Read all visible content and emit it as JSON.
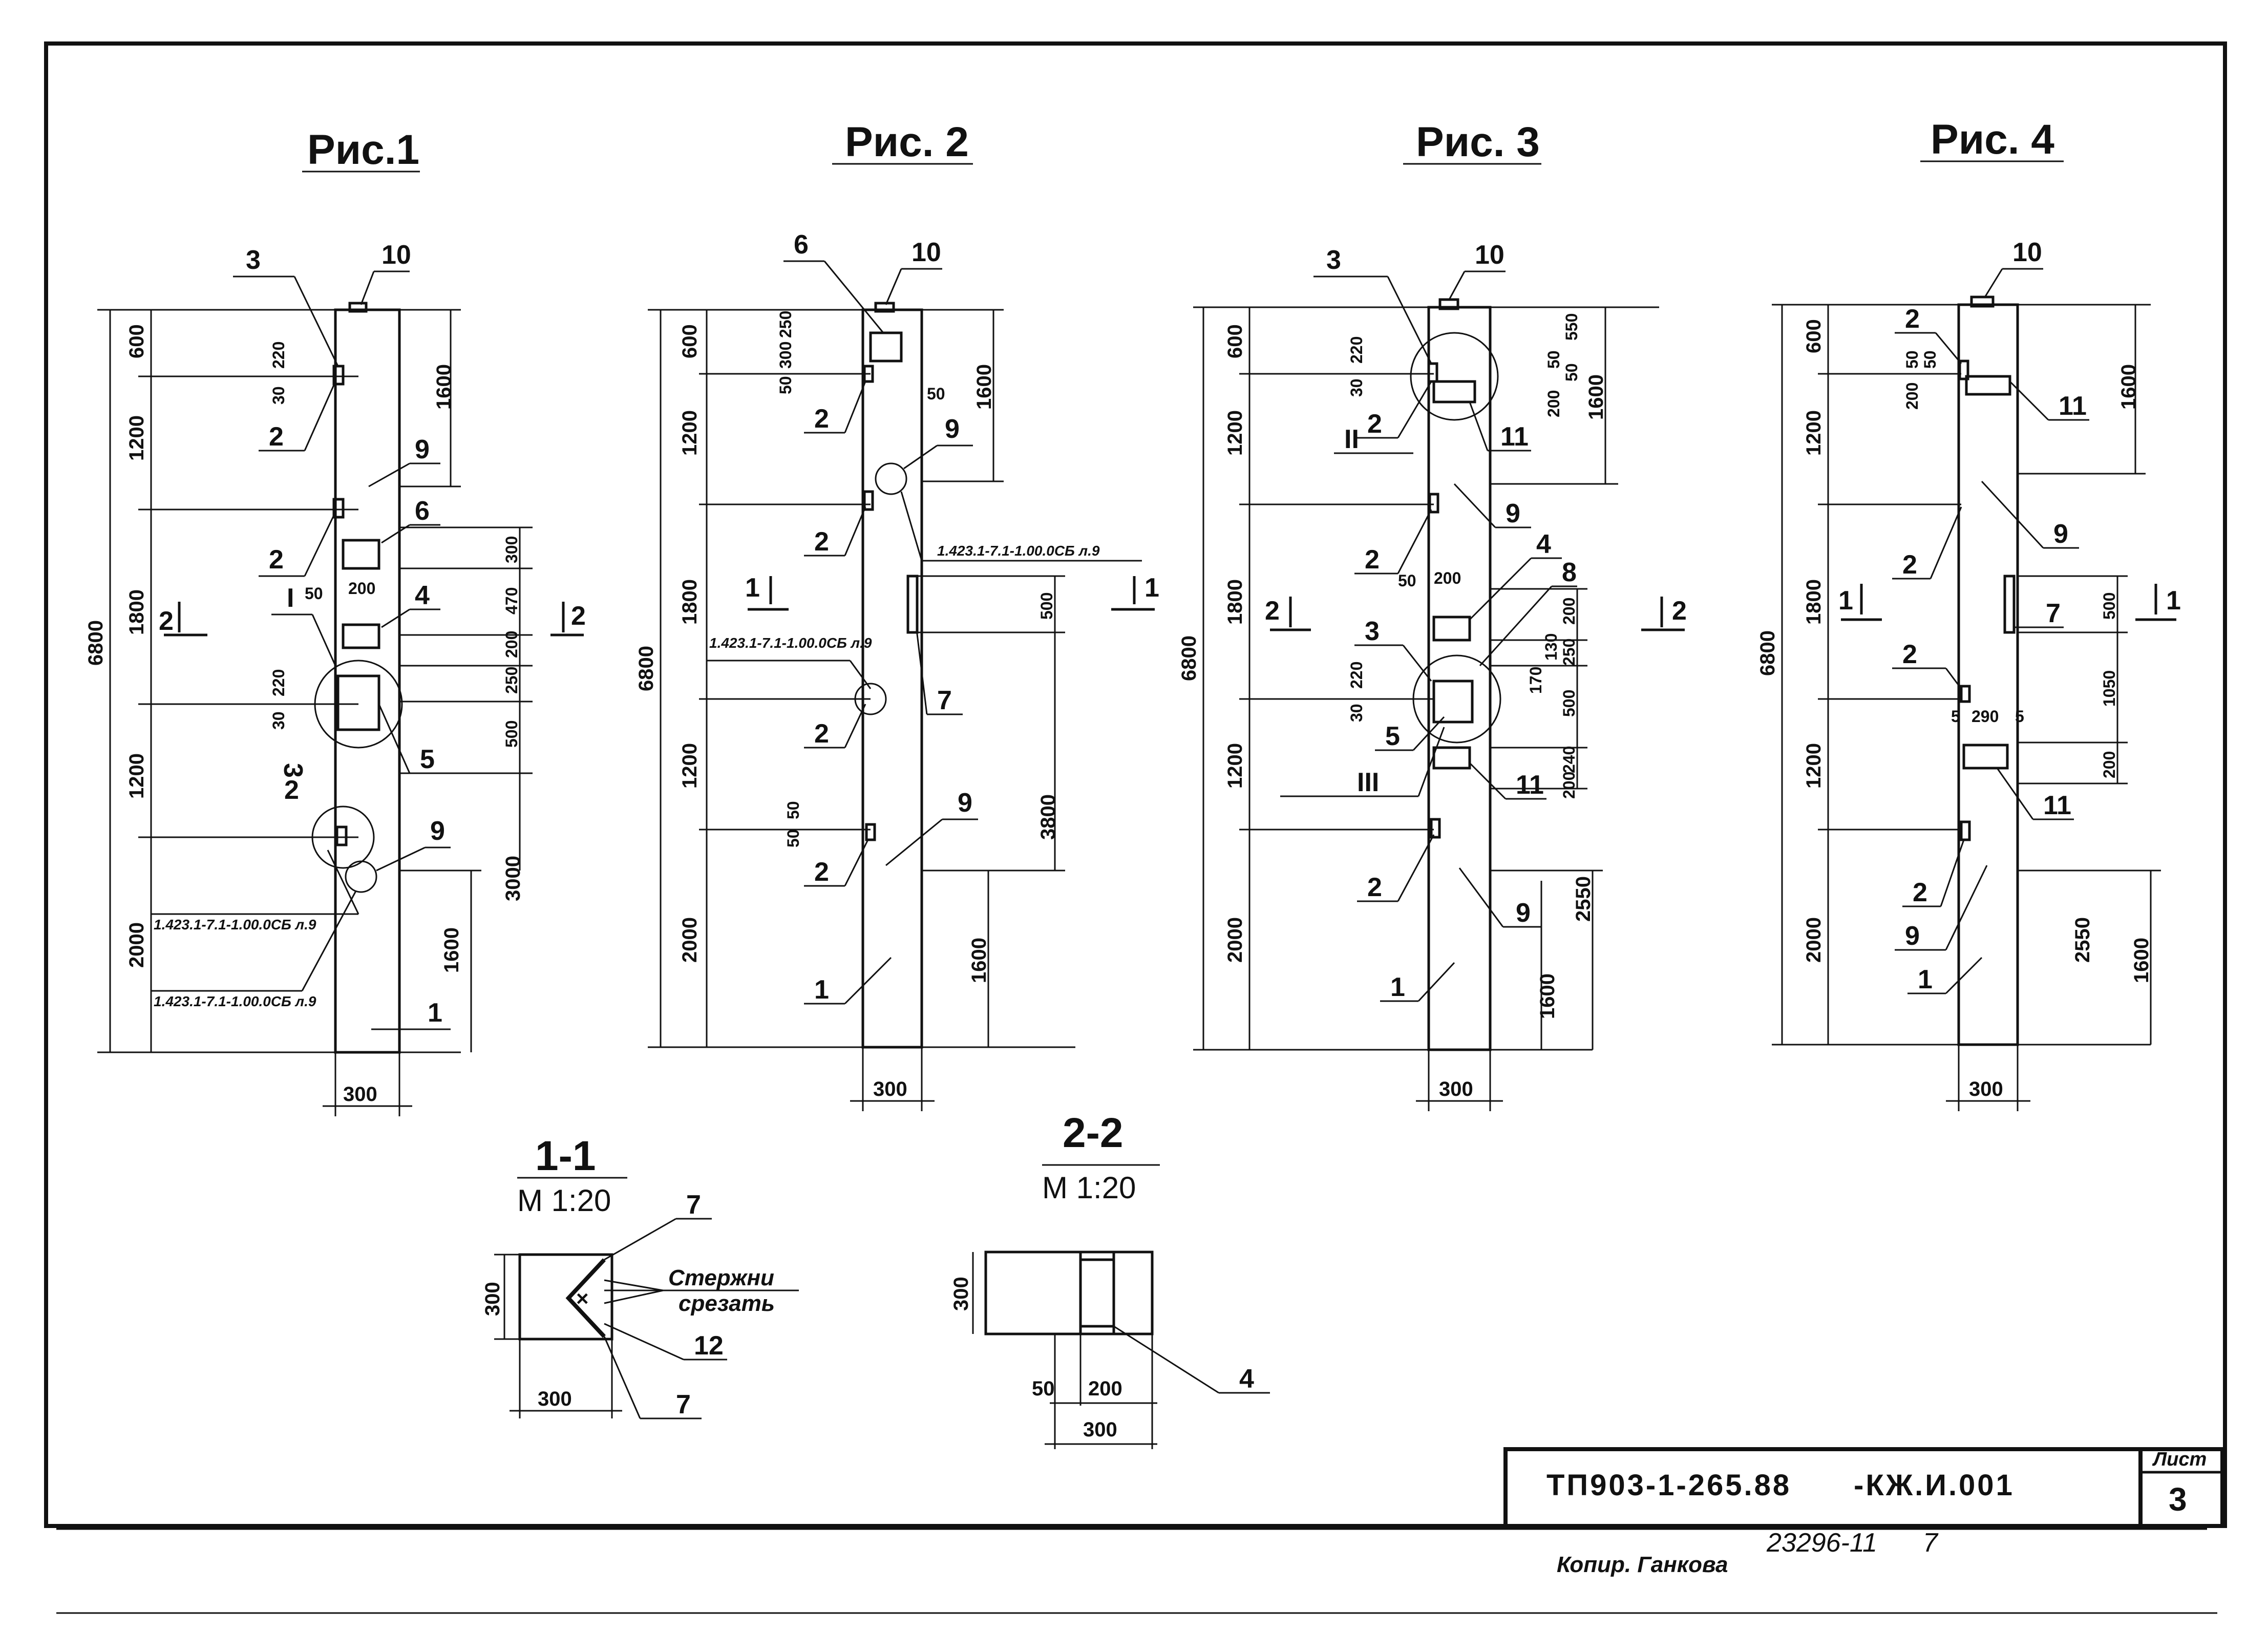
{
  "figures": {
    "fig1": {
      "title": "Рис.1",
      "dims_left": [
        "600",
        "1200",
        "1800",
        "1200",
        "2000"
      ],
      "total": "6800",
      "dims_small_left": [
        "220",
        "30",
        "220",
        "30"
      ],
      "dims_right_a": [
        "1600"
      ],
      "dims_right_b": [
        "300",
        "470",
        "200",
        "250",
        "500"
      ],
      "dim_right_total": "3000",
      "dim_right_bottom": "1600",
      "width": "300",
      "inner_50": "50",
      "inner_200": "200",
      "callouts": [
        "3",
        "10",
        "2",
        "9",
        "2",
        "6",
        "I",
        "4",
        "5",
        "3",
        "2",
        "9",
        "1"
      ],
      "refs": [
        "1.423.1-7.1-1.00.0СБ л.9",
        "1.423.1-7.1-1.00.0СБ л.9"
      ],
      "section_marks": [
        "2",
        "2"
      ]
    },
    "fig2": {
      "title": "Рис. 2",
      "dims_left": [
        "600",
        "1200",
        "1800",
        "1200",
        "2000"
      ],
      "total": "6800",
      "dims_small_left": [
        "250",
        "300",
        "50",
        "50",
        "50"
      ],
      "dims_right": [
        "1600",
        "50",
        "500",
        "3800",
        "1600"
      ],
      "width": "300",
      "callouts": [
        "6",
        "10",
        "2",
        "9",
        "2",
        "7",
        "2",
        "9",
        "2"
      ],
      "refs": [
        "1.423.1-7.1-1.00.0СБ л.9",
        "1.423.1-7.1-1.00.0СБ л.9"
      ],
      "section_marks": [
        "1",
        "1"
      ],
      "item_1": "1"
    },
    "fig3": {
      "title": "Рис. 3",
      "dims_left": [
        "600",
        "1200",
        "1800",
        "1200",
        "2000"
      ],
      "total": "6800",
      "dims_small_left": [
        "220",
        "30",
        "220",
        "30"
      ],
      "dims_right_a": [
        "550",
        "50",
        "200",
        "50",
        "1600"
      ],
      "dims_right_b": [
        "200",
        "130",
        "170",
        "250",
        "500",
        "240",
        "200",
        "2550",
        "1600"
      ],
      "inner_50": "50",
      "inner_200": "200",
      "width": "300",
      "callouts": [
        "3",
        "10",
        "2",
        "II",
        "11",
        "9",
        "2",
        "4",
        "8",
        "3",
        "5",
        "III",
        "11",
        "2",
        "9",
        "1"
      ],
      "section_marks": [
        "2",
        "2"
      ]
    },
    "fig4": {
      "title": "Рис. 4",
      "dims_left": [
        "600",
        "1200",
        "1800",
        "1200",
        "2000"
      ],
      "total": "6800",
      "dims_small_left": [
        "50",
        "50",
        "200"
      ],
      "dims_right": [
        "1600",
        "500",
        "1050",
        "200",
        "2550",
        "1600"
      ],
      "dims_mid": [
        "5",
        "290",
        "5"
      ],
      "width": "300",
      "callouts": [
        "10",
        "2",
        "11",
        "9",
        "2",
        "7",
        "2",
        "11",
        "2",
        "9",
        "1"
      ],
      "section_marks": [
        "1",
        "1"
      ]
    }
  },
  "sections": {
    "s11": {
      "label": "1-1",
      "scale": "М 1:20",
      "height": "300",
      "width": "300",
      "note_line1": "Стержни",
      "note_line2": "срезать",
      "callouts": [
        "7",
        "12",
        "7"
      ]
    },
    "s22": {
      "label": "2-2",
      "scale": "М 1:20",
      "height": "300",
      "d50": "50",
      "d200": "200",
      "width": "300",
      "callout": "4"
    }
  },
  "title_block": {
    "code": "ТП903-1-265.88",
    "mark": "-КЖ.И.001",
    "sheet_label": "Лист",
    "sheet_number": "3"
  },
  "footer": {
    "copied": "Копир. Ганкова",
    "inventory": "23296-11",
    "format": "7"
  }
}
